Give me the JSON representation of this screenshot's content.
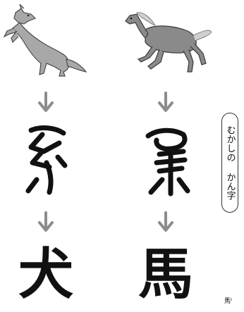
{
  "panels": [
    {
      "animal_icon": "dog-icon",
      "ancient_icon": "ancient-dog-character-icon",
      "kanji": "犬"
    },
    {
      "animal_icon": "horse-icon",
      "ancient_icon": "ancient-horse-character-icon",
      "kanji": "馬"
    }
  ],
  "side_label": "むかしの かん字",
  "reading_note": "馬ᵗ",
  "colors": {
    "arrow": "#8c8c8c",
    "ink": "#111111",
    "animal_gray": "#9a9a9a"
  }
}
